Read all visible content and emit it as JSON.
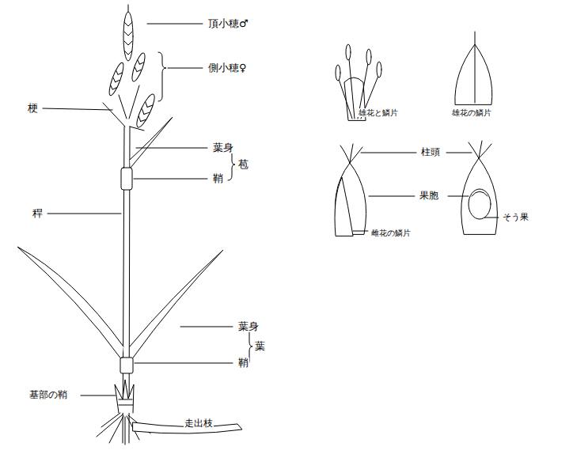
{
  "diagram": {
    "labels": [
      "頂小穂♂",
      "側小穂♀",
      "雄花と鱗片",
      "雄花の鱗片",
      "梗",
      "葉身",
      "苞",
      "鞘",
      "柱頭",
      "果胞",
      "そう果",
      "雌花の鱗片",
      "稈",
      "葉身",
      "葉",
      "鞘",
      "基部の鞘",
      "走出枝"
    ]
  }
}
